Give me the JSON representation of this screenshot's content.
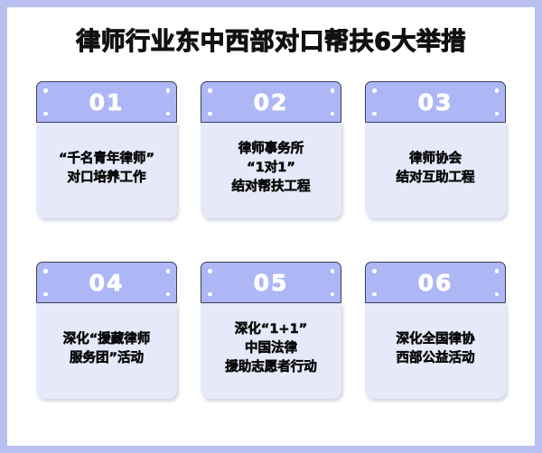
{
  "poster": {
    "title": "律师行业东中西部对口帮扶6大举措",
    "border_color": "#b9c0f0",
    "background_color": "#ffffff",
    "header_color": "#aeb7f5",
    "body_color": "#e6e9fa",
    "header_border_color": "#3c3f58",
    "number_color": "#ffffff",
    "text_color": "#0b0b0b"
  },
  "cards": [
    {
      "number": "01",
      "lines": [
        "“千名青年律师”",
        "对口培养工作"
      ]
    },
    {
      "number": "02",
      "lines": [
        "律师事务所",
        "“1对1”",
        "结对帮扶工程"
      ]
    },
    {
      "number": "03",
      "lines": [
        "律师协会",
        "结对互助工程"
      ]
    },
    {
      "number": "04",
      "lines": [
        "深化“援藏律师",
        "服务团”活动"
      ]
    },
    {
      "number": "05",
      "lines": [
        "深化“1+1”",
        "中国法律",
        "援助志愿者行动"
      ]
    },
    {
      "number": "06",
      "lines": [
        "深化全国律协",
        "西部公益活动"
      ]
    }
  ]
}
